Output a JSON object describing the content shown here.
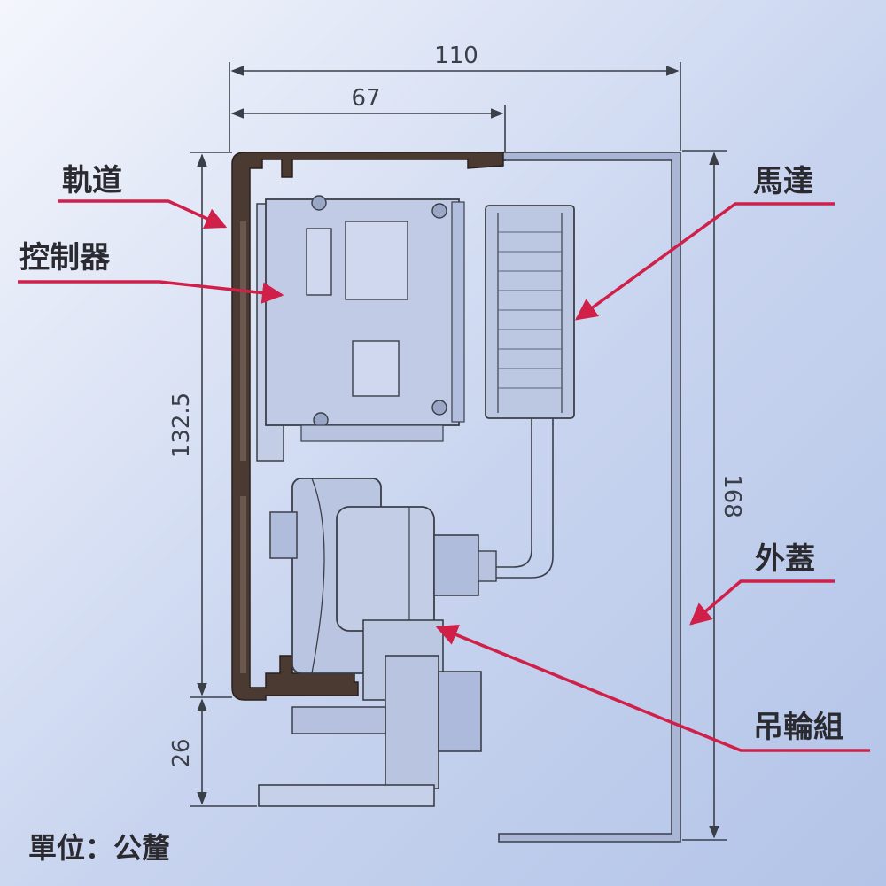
{
  "dimensions": {
    "total_width": "110",
    "inner_width": "67",
    "upper_height": "132.5",
    "lower_height": "26",
    "total_height": "168"
  },
  "labels": {
    "track": "軌道",
    "controller": "控制器",
    "motor": "馬達",
    "cover": "外蓋",
    "pulley_set": "吊輪組"
  },
  "unit_note": "單位：公釐",
  "colors": {
    "background": "#c8d4ef",
    "track": "#4a3a32",
    "leader": "#d0204a",
    "line": "#3b3f48",
    "part_fill": "#bcc7e2"
  }
}
